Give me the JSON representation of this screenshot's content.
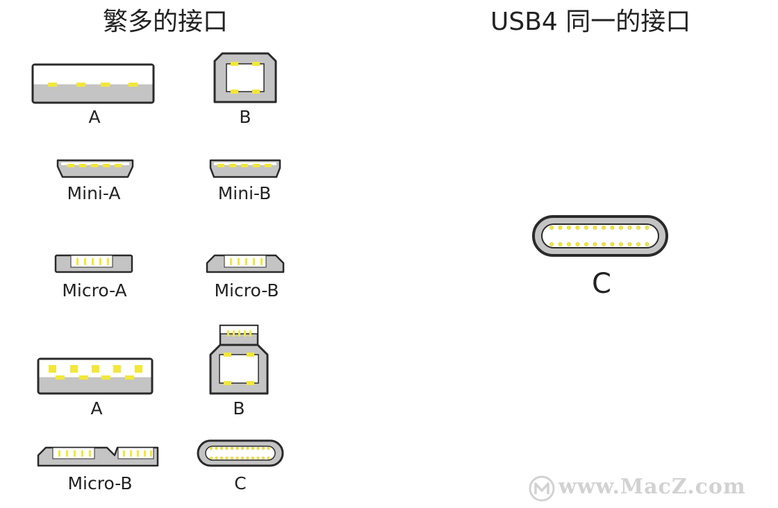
{
  "headings": {
    "left": "繁多的接口",
    "right": "USB4 同一的接口"
  },
  "connectors": {
    "usb2_a": "A",
    "usb2_b": "B",
    "mini_a": "Mini-A",
    "mini_b": "Mini-B",
    "micro_a": "Micro-A",
    "micro_b": "Micro-B",
    "usb3_a": "A",
    "usb3_b": "B",
    "usb3_micro_b": "Micro-B",
    "type_c_small": "C",
    "type_c_large": "C"
  },
  "watermark": "www.MacZ.com",
  "colors": {
    "outline": "#2a2a2a",
    "fill": "#c4c4c4",
    "pin": "#f2e73b",
    "background": "#ffffff"
  }
}
